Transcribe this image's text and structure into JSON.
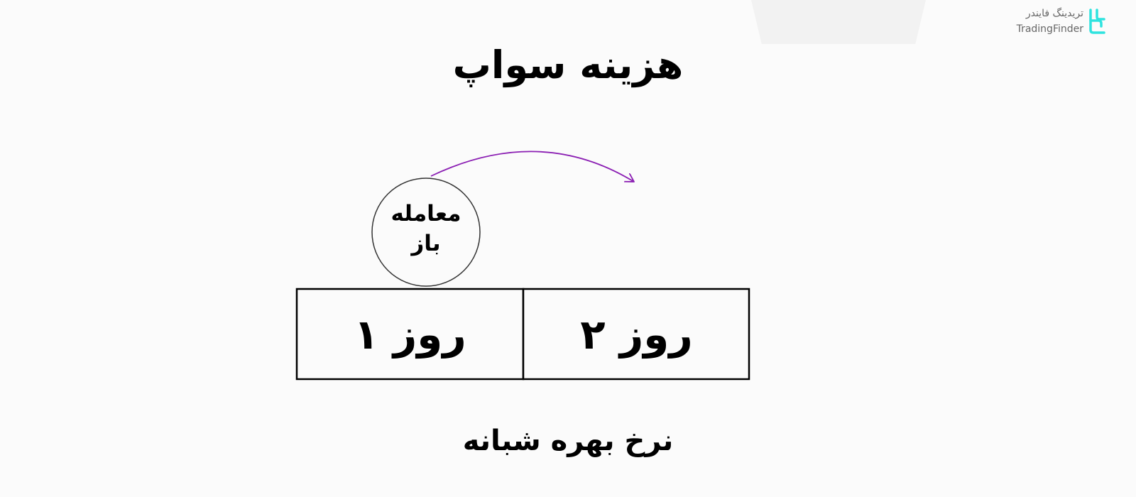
{
  "brand": {
    "name_fa": "تریدینگ فایندر",
    "name_en": "TradingFinder",
    "accent_color": "#2ee3df"
  },
  "title": "هزینه سواپ",
  "diagram": {
    "open_trade_line1": "معامله",
    "open_trade_line2": "باز",
    "day1": "روز ۱",
    "day2": "روز ۲",
    "arrow_color": "#8b1fb3"
  },
  "caption": "نرخ بهره شبانه"
}
